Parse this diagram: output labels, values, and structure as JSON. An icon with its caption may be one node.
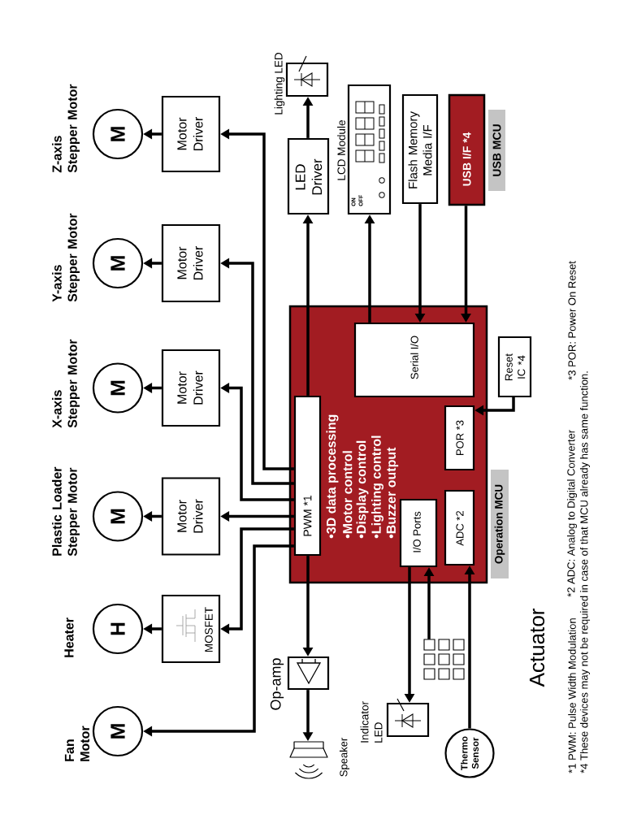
{
  "diagram": {
    "nodes": [
      {
        "text": [
          "M"
        ],
        "beside": [
          "Fan Motor"
        ]
      },
      {
        "text": [
          "H"
        ],
        "beside": [
          "Heater"
        ]
      },
      {
        "text": [
          "M"
        ],
        "beside": [
          "Plastic Loader Stepper Motor"
        ]
      },
      {
        "text": [
          "M"
        ],
        "beside": [
          "X-axis Stepper Motor"
        ]
      },
      {
        "text": [
          "M"
        ],
        "beside": [
          "Y-axis Stepper Motor"
        ]
      },
      {
        "text": [
          "M"
        ],
        "beside": [
          "Z-axis Stepper Motor"
        ]
      },
      {
        "text": [
          "MOSFET"
        ]
      },
      {
        "text": [
          "Motor Driver"
        ]
      },
      {
        "text": [
          "Motor Driver"
        ]
      },
      {
        "text": [
          "Motor Driver"
        ]
      },
      {
        "text": [
          "Motor Driver"
        ]
      },
      {
        "text": [
          "Speaker"
        ]
      },
      {
        "text": [
          "Op-amp"
        ]
      },
      {
        "text": [
          "Indicator LED"
        ]
      },
      {
        "text": [],
        "shape": "picture"
      },
      {
        "text": [
          "Thermo Sensor"
        ]
      },
      {
        "text": [
          "•3D data processing",
          "•Motor control",
          "•Display control",
          "•Lighting control",
          "•Buzzer output",
          "Operation MCU"
        ]
      },
      {
        "text": [
          "PWM *1"
        ],
        "in": 16
      },
      {
        "text": [
          "I/O Ports"
        ],
        "in": 16
      },
      {
        "text": [
          "ADC *2"
        ],
        "in": 16
      },
      {
        "text": [
          "POR *3"
        ],
        "in": 16
      },
      {
        "text": [
          "Serial I/O"
        ],
        "in": 16
      },
      {
        "text": [
          "Reset IC *4"
        ]
      },
      {
        "text": [
          "LED Driver"
        ]
      },
      {
        "text": [
          "Lighting LED"
        ]
      },
      {
        "text": [
          "LCD Module"
        ]
      },
      {
        "text": [
          "Flash Memory Media I/F"
        ]
      },
      {
        "text": [
          "USB I/F *4",
          "USB MCU"
        ]
      }
    ],
    "edges": [
      {
        "from": 17,
        "to": 10,
        "arrow": "to"
      },
      {
        "from": 17,
        "to": 9,
        "arrow": "to"
      },
      {
        "from": 17,
        "to": 8,
        "arrow": "to"
      },
      {
        "from": 17,
        "to": 7,
        "arrow": "to"
      },
      {
        "from": 17,
        "to": 6,
        "arrow": "to"
      },
      {
        "from": 17,
        "to": 0,
        "arrow": "to"
      },
      {
        "from": 10,
        "to": 5,
        "arrow": "to"
      },
      {
        "from": 9,
        "to": 4,
        "arrow": "to"
      },
      {
        "from": 8,
        "to": 3,
        "arrow": "to"
      },
      {
        "from": 7,
        "to": 2,
        "arrow": "to"
      },
      {
        "from": 6,
        "to": 1,
        "arrow": "to"
      },
      {
        "from": 17,
        "to": 12,
        "arrow": "to"
      },
      {
        "from": 12,
        "to": 11,
        "arrow": "to"
      },
      {
        "from": 18,
        "to": 13,
        "arrow": "to"
      },
      {
        "from": 14,
        "to": 18,
        "arrow": "to"
      },
      {
        "from": 15,
        "to": 19,
        "arrow": "to"
      },
      {
        "from": 22,
        "to": 20,
        "arrow": "to"
      },
      {
        "from": 17,
        "to": 23,
        "arrow": "to"
      },
      {
        "from": 23,
        "to": 24,
        "arrow": "to"
      },
      {
        "from": 21,
        "to": 25,
        "arrow": "to"
      },
      {
        "from": 26,
        "to": 21,
        "arrow": "to"
      },
      {
        "from": 27,
        "to": 21,
        "arrow": "to"
      }
    ],
    "labels": [
      "ON",
      "OFF",
      "Actuator",
      "*1 PWM: Pulse Width Modulation",
      "*2 ADC: Analog to Digital Converter",
      "*3 POR: Power On Reset",
      "*4 These devices may not be required in case of that MCU already has same function."
    ]
  }
}
